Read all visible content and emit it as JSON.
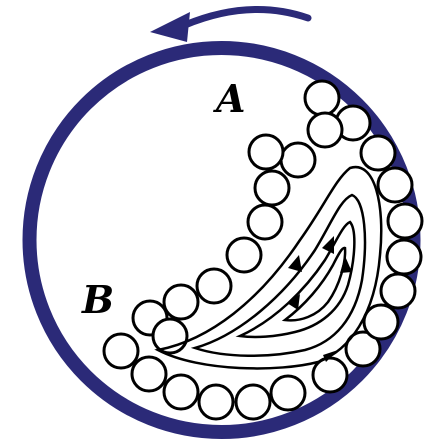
{
  "labels": {
    "a": "A",
    "b": "B"
  },
  "colors": {
    "drum": "#2b2a78",
    "rotation_arrow": "#2b2a78",
    "particle_stroke": "#000000",
    "particle_fill": "#ffffff",
    "streamline": "#000000",
    "background": "#ffffff"
  },
  "rotation_direction": "counterclockwise",
  "icons": {
    "rotation": "curved-arrow-left-icon",
    "flow": "streamline-arrow-icon"
  }
}
